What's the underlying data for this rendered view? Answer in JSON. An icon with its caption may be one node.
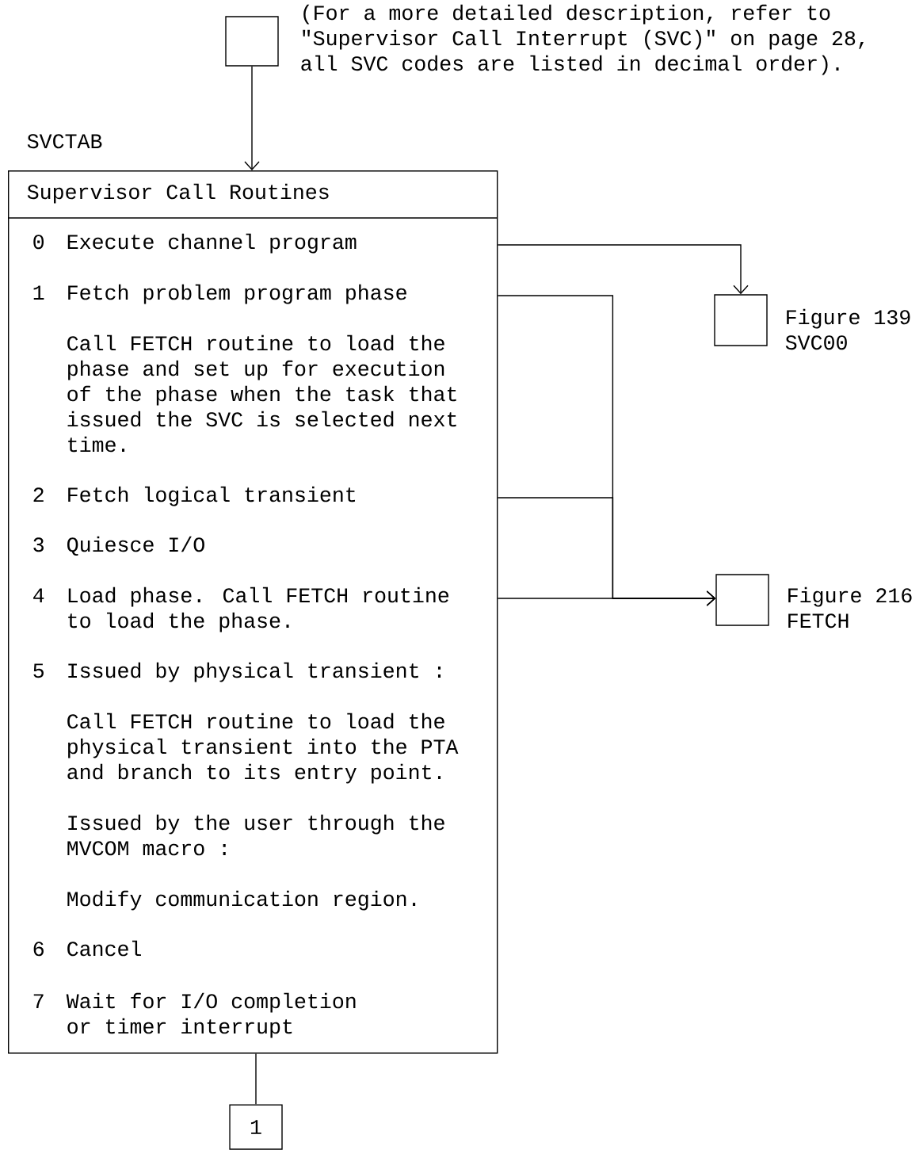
{
  "diagram": {
    "nodes": [
      {
        "text": [],
        "shape": "box",
        "beside": [
          "(For a more detailed description, refer to \"Supervisor Call Interrupt (SVC)\" on page 28, all SVC codes are listed in decimal order)."
        ]
      },
      {
        "text": [
          "Supervisor Call Routines"
        ],
        "beside": [
          "SVCTAB"
        ]
      },
      {
        "text": [
          "0",
          "Execute channel program"
        ],
        "in": 1
      },
      {
        "text": [
          "1",
          "Fetch problem program phase",
          "Call FETCH routine to load the phase and set up for execution of the phase when the task that issued the SVC is selected next time."
        ],
        "in": 1
      },
      {
        "text": [
          "2",
          "Fetch logical transient"
        ],
        "in": 1
      },
      {
        "text": [
          "3",
          "Quiesce I/O"
        ],
        "in": 1
      },
      {
        "text": [
          "4",
          "Load phase. Call FETCH routine to load the phase."
        ],
        "in": 1
      },
      {
        "text": [
          "5",
          "Issued by physical transient :",
          "Call FETCH routine to load the physical transient into the PTA and branch to its entry point.",
          "Issued by the user through the MVCOM macro :",
          "Modify communication region."
        ],
        "in": 1
      },
      {
        "text": [
          "6",
          "Cancel"
        ],
        "in": 1
      },
      {
        "text": [
          "7",
          "Wait for I/O completion or timer interrupt"
        ],
        "in": 1
      },
      {
        "text": [],
        "shape": "box",
        "beside": [
          "Figure 139",
          "SVC00"
        ]
      },
      {
        "text": [],
        "shape": "box",
        "beside": [
          "Figure 216",
          "FETCH"
        ]
      },
      {
        "text": [
          "1"
        ]
      }
    ],
    "edges": [
      {
        "from": 0,
        "to": 1,
        "arrow": "to"
      },
      {
        "from": 1,
        "to": 10,
        "arrow": "to"
      },
      {
        "from": 1,
        "to": 11,
        "arrow": "to"
      },
      {
        "from": 1,
        "to": 11,
        "arrow": "to"
      },
      {
        "from": 1,
        "to": 11,
        "arrow": "to"
      },
      {
        "from": 1,
        "to": 12,
        "arrow": "none"
      }
    ]
  }
}
